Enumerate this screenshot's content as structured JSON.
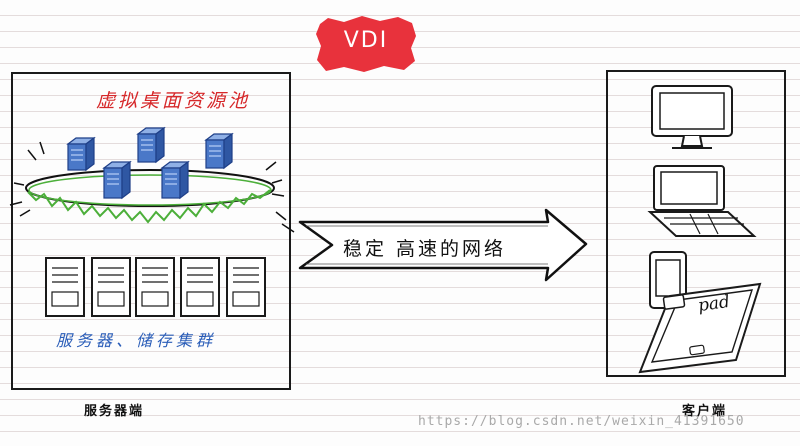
{
  "badge": {
    "label": "VDI",
    "color": "#e8323c"
  },
  "server_side": {
    "pool_label": "虚拟桌面资源池",
    "cluster_label": "服务器、储存集群",
    "caption": "服务器端"
  },
  "network": {
    "label": "稳定 高速的网络"
  },
  "client_side": {
    "caption": "客户端",
    "devices": [
      "desktop-monitor-icon",
      "laptop-icon",
      "phone-icon",
      "tablet-icon"
    ],
    "tablet_label": "pad"
  },
  "watermark": "https://blog.csdn.net/weixin_41391650",
  "colors": {
    "pool_text": "#d6282a",
    "cluster_text": "#2a5db8",
    "ring": "#4caf3a",
    "vm_blue": "#4a78c8"
  }
}
